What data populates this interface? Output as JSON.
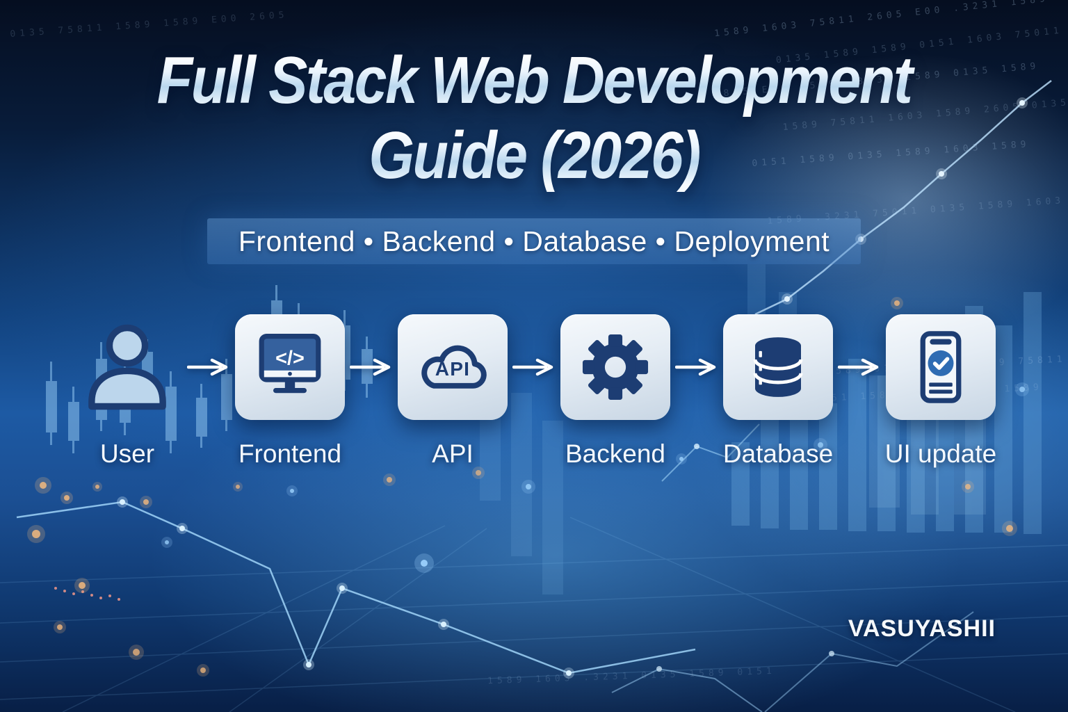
{
  "title": {
    "line1": "Full Stack Web Development",
    "line2": "Guide (2026)"
  },
  "subtitle": {
    "text": "Frontend  •  Backend  •  Database  •  Deployment"
  },
  "flow": {
    "steps": [
      {
        "label": "User",
        "icon": "user-icon"
      },
      {
        "label": "Frontend",
        "icon": "monitor-code-icon"
      },
      {
        "label": "API",
        "icon": "cloud-api-icon"
      },
      {
        "label": "Backend",
        "icon": "gear-icon"
      },
      {
        "label": "Database",
        "icon": "database-icon"
      },
      {
        "label": "UI update",
        "icon": "phone-check-icon"
      }
    ],
    "arrow_icon": "arrow-right-icon"
  },
  "icons": {
    "frontend_code_glyph": "</>",
    "api_label": "API"
  },
  "watermark": {
    "text": "VASUYASHII"
  },
  "colors": {
    "icon_navy": "#1d3d73",
    "screen_blue": "#35619e",
    "check_blue": "#2f6cb3",
    "card_light": "#e9eff6",
    "background_deep": "#081c3a",
    "accent_line": "#a8dcff",
    "bokeh_orange": "#ffbf7d"
  },
  "background": {
    "digit_rows": [
      "1589 1603 75811 2605 E00 .3231 1589",
      "0135 1589 1589 0151 1603 75011",
      "5805 E00 1589 .3231 1589 0135 1589",
      "1589 75811 1603 1589 2605 0135",
      "0151 1589 0135 1589 1603 1589",
      "1589 .3231 75011 0135 1589 1603",
      "1603 1589 0135 2605 1589 75811",
      "1589 0151 1589 1603 0135 1589",
      "0135 75811 1589 1589 E00 2605",
      "1589 1603 .3231 0135 1589 0151"
    ]
  }
}
